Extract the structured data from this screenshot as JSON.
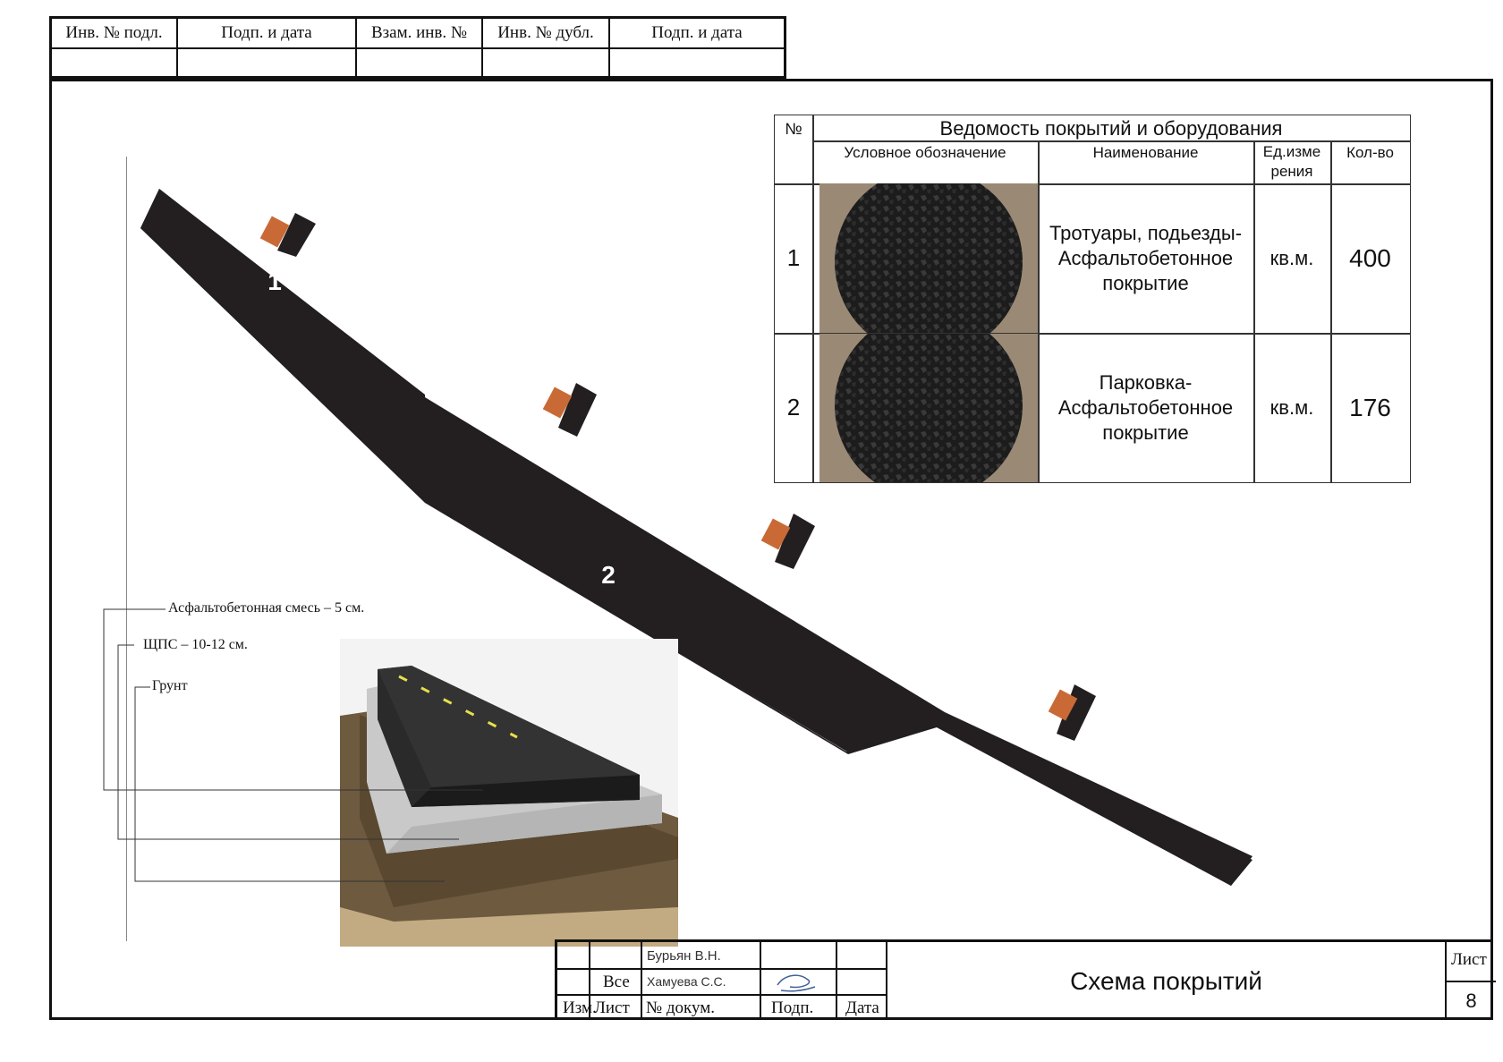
{
  "top_stamp": {
    "columns": [
      "Инв. № подл.",
      "Подп. и дата",
      "Взам. инв. №",
      "Инв. № дубл.",
      "Подп. и дата"
    ]
  },
  "plan": {
    "zone_labels": [
      "1",
      "2"
    ],
    "colors": {
      "pavement": "#231f20",
      "bench": "#c96a36"
    }
  },
  "table": {
    "title": "Ведомость покрытий и оборудования",
    "headers": {
      "num": "№",
      "symbol": "Условное обозначение",
      "name": "Наименование",
      "unit": "Ед.изме рения",
      "qty": "Кол-во"
    },
    "rows": [
      {
        "num": "1",
        "name_lines": [
          "Тротуары, подьезды-",
          "Асфальтобетонное",
          "покрытие"
        ],
        "unit": "кв.м.",
        "qty": "400"
      },
      {
        "num": "2",
        "name_lines": [
          "Парковка-",
          "Асфальтобетонное",
          "покрытие"
        ],
        "unit": "кв.м.",
        "qty": "176"
      }
    ]
  },
  "section": {
    "layers": [
      "Асфальтобетонная смесь – 5 см.",
      "ЩПС – 10-12 см.",
      "Грунт"
    ]
  },
  "title_block": {
    "izm": "Изм.",
    "list_label": "Лист",
    "doc_label": "№ докум.",
    "sign_label": "Подп.",
    "date_label": "Дата",
    "vse": "Все",
    "person1": "Бурьян В.Н.",
    "person2": "Хамуева С.С.",
    "title": "Схема покрытий",
    "sheet_label": "Лист",
    "sheet_number": "8"
  }
}
